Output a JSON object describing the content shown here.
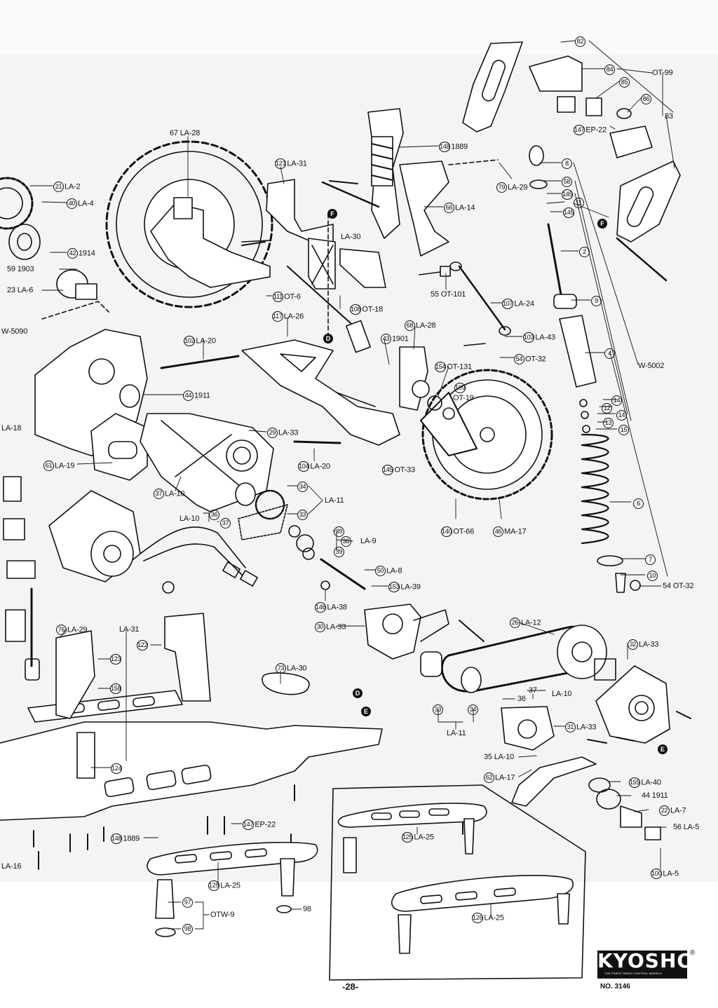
{
  "labels": [
    {
      "id": "82",
      "text": "82",
      "circled": true
    },
    {
      "id": "84",
      "text": "84",
      "circled": true
    },
    {
      "id": "ot99",
      "text": "OT-99",
      "circled": false
    },
    {
      "id": "85",
      "text": "85",
      "circled": true
    },
    {
      "id": "86",
      "text": "86",
      "circled": true
    },
    {
      "id": "147ep22a",
      "num": "147",
      "text": "EP-22"
    },
    {
      "id": "83",
      "text": "83",
      "circled": false
    },
    {
      "id": "148_1889a",
      "num": "148",
      "text": "1889"
    },
    {
      "id": "67la28",
      "text": "67 LA-28",
      "circled": false
    },
    {
      "id": "121la31",
      "num": "121",
      "text": "LA-31"
    },
    {
      "id": "8",
      "text": "8",
      "circled": true
    },
    {
      "id": "58",
      "text": "58",
      "circled": true
    },
    {
      "id": "145a",
      "text": "145",
      "circled": true
    },
    {
      "id": "11",
      "text": "11",
      "circled": true
    },
    {
      "id": "145b",
      "text": "145",
      "circled": true
    },
    {
      "id": "79la29",
      "num": "79",
      "text": "LA-29"
    },
    {
      "id": "21la2",
      "num": "21",
      "text": "LA-2"
    },
    {
      "id": "40la4",
      "num": "40",
      "text": "LA-4"
    },
    {
      "id": "66la14",
      "num": "66",
      "text": "LA-14"
    },
    {
      "id": "la30a",
      "text": "LA-30",
      "circled": false
    },
    {
      "id": "42_1914",
      "num": "42",
      "text": "1914"
    },
    {
      "id": "59_1903",
      "text": "59 1903",
      "circled": false
    },
    {
      "id": "23la6",
      "text": "23 LA-6",
      "circled": false
    },
    {
      "id": "2",
      "text": "2",
      "circled": true
    },
    {
      "id": "55ot101",
      "text": "55 OT-101",
      "circled": false
    },
    {
      "id": "9",
      "text": "9",
      "circled": true
    },
    {
      "id": "111ot6",
      "num": "111",
      "text": "OT-6"
    },
    {
      "id": "107la24",
      "num": "107",
      "text": "LA-24"
    },
    {
      "id": "108ot18",
      "num": "108",
      "text": "OT-18"
    },
    {
      "id": "117la26",
      "num": "117",
      "text": "LA-26"
    },
    {
      "id": "68la28",
      "num": "68",
      "text": "LA-28"
    },
    {
      "id": "w5090",
      "text": "W-5090",
      "circled": false
    },
    {
      "id": "102la20",
      "num": "102",
      "text": "LA-20"
    },
    {
      "id": "43_1901",
      "num": "43",
      "text": "1901"
    },
    {
      "id": "103la43",
      "num": "103",
      "text": "LA-43"
    },
    {
      "id": "4",
      "text": "4",
      "circled": true
    },
    {
      "id": "54ot32a",
      "num": "54",
      "text": "OT-32"
    },
    {
      "id": "w5002",
      "text": "W-5002",
      "circled": false
    },
    {
      "id": "154ot131",
      "num": "154",
      "text": "OT-131"
    },
    {
      "id": "109ot19",
      "num": "109",
      "text": "OT-19"
    },
    {
      "id": "44_1911",
      "num": "44",
      "text": "1911"
    },
    {
      "id": "14a",
      "text": "14",
      "circled": true
    },
    {
      "id": "12",
      "text": "12",
      "circled": true
    },
    {
      "id": "14b",
      "text": "14",
      "circled": true
    },
    {
      "id": "13",
      "text": "13",
      "circled": true
    },
    {
      "id": "15",
      "text": "15",
      "circled": true
    },
    {
      "id": "la18",
      "text": "LA-18",
      "circled": false
    },
    {
      "id": "29la33",
      "num": "29",
      "text": "LA-33"
    },
    {
      "id": "61la19",
      "num": "61",
      "text": "LA-19"
    },
    {
      "id": "104la20",
      "num": "104",
      "text": "LA-20"
    },
    {
      "id": "145ot33",
      "num": "145",
      "text": "OT-33"
    },
    {
      "id": "37la10",
      "num": "37",
      "text": "LA-10"
    },
    {
      "id": "34a",
      "text": "34",
      "circled": true
    },
    {
      "id": "la11a",
      "text": "LA-11",
      "circled": false
    },
    {
      "id": "33a",
      "text": "33",
      "circled": true
    },
    {
      "id": "6",
      "text": "6",
      "circled": true
    },
    {
      "id": "la10a",
      "text": "LA-10",
      "circled": false
    },
    {
      "id": "36a",
      "text": "36",
      "circled": true
    },
    {
      "id": "37a",
      "text": "37",
      "circled": true
    },
    {
      "id": "140ot66",
      "num": "140",
      "text": "OT-66"
    },
    {
      "id": "46ma17",
      "num": "46",
      "text": "MA-17"
    },
    {
      "id": "39a",
      "text": "39",
      "circled": true
    },
    {
      "id": "38",
      "text": "38",
      "circled": true
    },
    {
      "id": "la9",
      "text": "LA-9",
      "circled": false
    },
    {
      "id": "39b",
      "text": "39",
      "circled": true
    },
    {
      "id": "7",
      "text": "7",
      "circled": true
    },
    {
      "id": "50la8",
      "num": "50",
      "text": "LA-8"
    },
    {
      "id": "10",
      "text": "10",
      "circled": true
    },
    {
      "id": "54ot32b",
      "text": "54 OT-32",
      "circled": false
    },
    {
      "id": "153la39",
      "num": "153",
      "text": "LA-39"
    },
    {
      "id": "146la38",
      "num": "146",
      "text": "LA-38"
    },
    {
      "id": "30la33",
      "num": "30",
      "text": "LA-33"
    },
    {
      "id": "76la29",
      "num": "76",
      "text": "LA-29"
    },
    {
      "id": "la31",
      "text": "LA-31",
      "circled": false
    },
    {
      "id": "26la12",
      "num": "26",
      "text": "LA-12"
    },
    {
      "id": "122",
      "text": "122",
      "circled": true
    },
    {
      "id": "123",
      "text": "123",
      "circled": true
    },
    {
      "id": "32la33",
      "num": "32",
      "text": "LA-33"
    },
    {
      "id": "158",
      "text": "158",
      "circled": true
    },
    {
      "id": "73la30",
      "num": "73",
      "text": "LA-30"
    },
    {
      "id": "37b",
      "text": "37",
      "circled": false
    },
    {
      "id": "la10b",
      "text": "LA-10",
      "circled": false
    },
    {
      "id": "36b",
      "text": "36",
      "circled": false
    },
    {
      "id": "33b",
      "text": "33",
      "circled": true
    },
    {
      "id": "34b",
      "text": "34",
      "circled": true
    },
    {
      "id": "31la33",
      "num": "31",
      "text": "LA-33"
    },
    {
      "id": "la11b",
      "text": "LA-11",
      "circled": false
    },
    {
      "id": "124",
      "text": "124",
      "circled": true
    },
    {
      "id": "35la10",
      "text": "35 LA-10",
      "circled": false
    },
    {
      "id": "62la17",
      "num": "62",
      "text": "LA-17"
    },
    {
      "id": "155la40",
      "num": "155",
      "text": "LA-40"
    },
    {
      "id": "44_1911b",
      "text": "44 1911",
      "circled": false
    },
    {
      "id": "22la7",
      "num": "22",
      "text": "LA-7"
    },
    {
      "id": "147ep22b",
      "num": "147",
      "text": "EP-22"
    },
    {
      "id": "56la5",
      "text": "56 LA-5",
      "circled": false
    },
    {
      "id": "148_1889b",
      "num": "148",
      "text": "1889"
    },
    {
      "id": "125la25a",
      "num": "125",
      "text": "LA-25"
    },
    {
      "id": "100la5",
      "num": "100",
      "text": "LA-5"
    },
    {
      "id": "la16",
      "text": "LA-16",
      "circled": false
    },
    {
      "id": "125la25b",
      "num": "125",
      "text": "LA-25"
    },
    {
      "id": "97",
      "text": "97",
      "circled": true
    },
    {
      "id": "otw9",
      "text": "OTW-9",
      "circled": false
    },
    {
      "id": "98a",
      "text": "98",
      "circled": true
    },
    {
      "id": "98b",
      "text": "98",
      "circled": false
    },
    {
      "id": "126la25",
      "num": "126",
      "text": "LA-25"
    }
  ],
  "markers": [
    {
      "id": "F1",
      "text": "F"
    },
    {
      "id": "F2",
      "text": "F"
    },
    {
      "id": "D1",
      "text": "D"
    },
    {
      "id": "D2",
      "text": "D"
    },
    {
      "id": "E1",
      "text": "E"
    },
    {
      "id": "E2",
      "text": "E"
    }
  ],
  "footer": {
    "page_number": "-28-",
    "brand": "KYOSHO",
    "brand_tagline": "THE FINEST RADIO CONTROL MODELS",
    "registered": "®",
    "model_number": "NO. 3146"
  }
}
